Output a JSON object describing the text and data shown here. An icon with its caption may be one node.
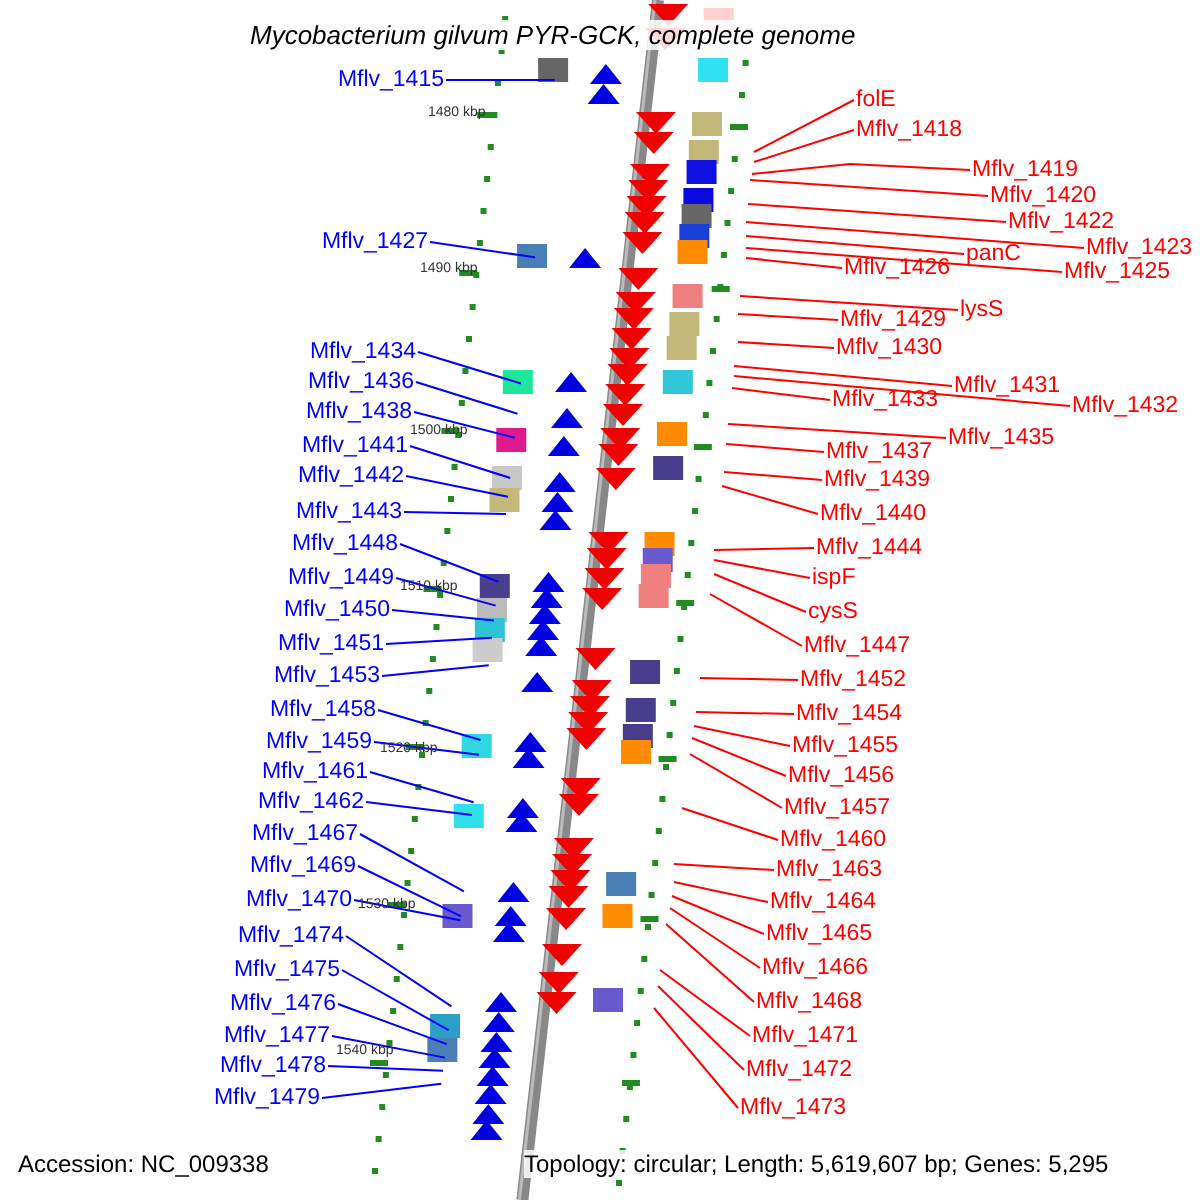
{
  "diagram": {
    "title": "Mycobacterium gilvum PYR-GCK, complete genome",
    "nodes": [
      {
        "text": [
          "Mflv_1415"
        ]
      },
      {
        "text": [
          "Mflv_1427"
        ]
      },
      {
        "text": [
          "Mflv_1434"
        ]
      },
      {
        "text": [
          "Mflv_1436"
        ]
      },
      {
        "text": [
          "Mflv_1438"
        ]
      },
      {
        "text": [
          "Mflv_1441"
        ]
      },
      {
        "text": [
          "Mflv_1442"
        ]
      },
      {
        "text": [
          "Mflv_1443"
        ]
      },
      {
        "text": [
          "Mflv_1448"
        ]
      },
      {
        "text": [
          "Mflv_1449"
        ]
      },
      {
        "text": [
          "Mflv_1450"
        ]
      },
      {
        "text": [
          "Mflv_1451"
        ]
      },
      {
        "text": [
          "Mflv_1453"
        ]
      },
      {
        "text": [
          "Mflv_1458"
        ]
      },
      {
        "text": [
          "Mflv_1459"
        ]
      },
      {
        "text": [
          "Mflv_1461"
        ]
      },
      {
        "text": [
          "Mflv_1462"
        ]
      },
      {
        "text": [
          "Mflv_1467"
        ]
      },
      {
        "text": [
          "Mflv_1469"
        ]
      },
      {
        "text": [
          "Mflv_1470"
        ]
      },
      {
        "text": [
          "Mflv_1474"
        ]
      },
      {
        "text": [
          "Mflv_1475"
        ]
      },
      {
        "text": [
          "Mflv_1476"
        ]
      },
      {
        "text": [
          "Mflv_1477"
        ]
      },
      {
        "text": [
          "Mflv_1478"
        ]
      },
      {
        "text": [
          "Mflv_1479"
        ]
      },
      {
        "text": [
          "folE"
        ]
      },
      {
        "text": [
          "Mflv_1418"
        ]
      },
      {
        "text": [
          "Mflv_1419"
        ]
      },
      {
        "text": [
          "Mflv_1420"
        ]
      },
      {
        "text": [
          "Mflv_1422"
        ]
      },
      {
        "text": [
          "Mflv_1423"
        ]
      },
      {
        "text": [
          "panC"
        ]
      },
      {
        "text": [
          "Mflv_1425"
        ]
      },
      {
        "text": [
          "Mflv_1426"
        ]
      },
      {
        "text": [
          "lysS"
        ]
      },
      {
        "text": [
          "Mflv_1429"
        ]
      },
      {
        "text": [
          "Mflv_1430"
        ]
      },
      {
        "text": [
          "Mflv_1431"
        ]
      },
      {
        "text": [
          "Mflv_1432"
        ]
      },
      {
        "text": [
          "Mflv_1433"
        ]
      },
      {
        "text": [
          "Mflv_1435"
        ]
      },
      {
        "text": [
          "Mflv_1437"
        ]
      },
      {
        "text": [
          "Mflv_1439"
        ]
      },
      {
        "text": [
          "Mflv_1440"
        ]
      },
      {
        "text": [
          "Mflv_1444"
        ]
      },
      {
        "text": [
          "ispF"
        ]
      },
      {
        "text": [
          "cysS"
        ]
      },
      {
        "text": [
          "Mflv_1447"
        ]
      },
      {
        "text": [
          "Mflv_1452"
        ]
      },
      {
        "text": [
          "Mflv_1454"
        ]
      },
      {
        "text": [
          "Mflv_1455"
        ]
      },
      {
        "text": [
          "Mflv_1456"
        ]
      },
      {
        "text": [
          "Mflv_1457"
        ]
      },
      {
        "text": [
          "Mflv_1460"
        ]
      },
      {
        "text": [
          "Mflv_1463"
        ]
      },
      {
        "text": [
          "Mflv_1464"
        ]
      },
      {
        "text": [
          "Mflv_1465"
        ]
      },
      {
        "text": [
          "Mflv_1466"
        ]
      },
      {
        "text": [
          "Mflv_1468"
        ]
      },
      {
        "text": [
          "Mflv_1471"
        ]
      },
      {
        "text": [
          "Mflv_1472"
        ]
      },
      {
        "text": [
          "Mflv_1473"
        ]
      }
    ],
    "edges": [
      {
        "from": 0,
        "to": null,
        "arrow": "none",
        "color": "#0000ff"
      },
      {
        "from": 1,
        "to": null,
        "arrow": "none",
        "color": "#0000ff"
      },
      {
        "from": 2,
        "to": null,
        "arrow": "none",
        "color": "#0000ff"
      },
      {
        "from": 3,
        "to": null,
        "arrow": "none",
        "color": "#0000ff"
      },
      {
        "from": 4,
        "to": null,
        "arrow": "none",
        "color": "#0000ff"
      },
      {
        "from": 5,
        "to": null,
        "arrow": "none",
        "color": "#0000ff"
      },
      {
        "from": 6,
        "to": null,
        "arrow": "none",
        "color": "#0000ff"
      },
      {
        "from": 7,
        "to": null,
        "arrow": "none",
        "color": "#0000ff"
      },
      {
        "from": 8,
        "to": null,
        "arrow": "none",
        "color": "#0000ff"
      },
      {
        "from": 9,
        "to": null,
        "arrow": "none",
        "color": "#0000ff"
      },
      {
        "from": 10,
        "to": null,
        "arrow": "none",
        "color": "#0000ff"
      },
      {
        "from": 11,
        "to": null,
        "arrow": "none",
        "color": "#0000ff"
      },
      {
        "from": 12,
        "to": null,
        "arrow": "none",
        "color": "#0000ff"
      },
      {
        "from": 13,
        "to": null,
        "arrow": "none",
        "color": "#0000ff"
      },
      {
        "from": 14,
        "to": null,
        "arrow": "none",
        "color": "#0000ff"
      },
      {
        "from": 15,
        "to": null,
        "arrow": "none",
        "color": "#0000ff"
      },
      {
        "from": 16,
        "to": null,
        "arrow": "none",
        "color": "#0000ff"
      },
      {
        "from": 17,
        "to": null,
        "arrow": "none",
        "color": "#0000ff"
      },
      {
        "from": 18,
        "to": null,
        "arrow": "none",
        "color": "#0000ff"
      },
      {
        "from": 19,
        "to": null,
        "arrow": "none",
        "color": "#0000ff"
      },
      {
        "from": 20,
        "to": null,
        "arrow": "none",
        "color": "#0000ff"
      },
      {
        "from": 21,
        "to": null,
        "arrow": "none",
        "color": "#0000ff"
      },
      {
        "from": 22,
        "to": null,
        "arrow": "none",
        "color": "#0000ff"
      },
      {
        "from": 23,
        "to": null,
        "arrow": "none",
        "color": "#0000ff"
      },
      {
        "from": 24,
        "to": null,
        "arrow": "none",
        "color": "#0000ff"
      },
      {
        "from": 25,
        "to": null,
        "arrow": "none",
        "color": "#0000ff"
      },
      {
        "from": 26,
        "to": null,
        "arrow": "none"
      },
      {
        "from": 27,
        "to": null,
        "arrow": "none"
      },
      {
        "from": 28,
        "to": null,
        "arrow": "none"
      },
      {
        "from": 29,
        "to": null,
        "arrow": "none"
      },
      {
        "from": 30,
        "to": null,
        "arrow": "none"
      },
      {
        "from": 31,
        "to": null,
        "arrow": "none"
      },
      {
        "from": 32,
        "to": null,
        "arrow": "none"
      },
      {
        "from": 33,
        "to": null,
        "arrow": "none"
      },
      {
        "from": 34,
        "to": null,
        "arrow": "none"
      },
      {
        "from": 35,
        "to": null,
        "arrow": "none"
      },
      {
        "from": 36,
        "to": null,
        "arrow": "none"
      },
      {
        "from": 37,
        "to": null,
        "arrow": "none"
      },
      {
        "from": 38,
        "to": null,
        "arrow": "none"
      },
      {
        "from": 39,
        "to": null,
        "arrow": "none"
      },
      {
        "from": 40,
        "to": null,
        "arrow": "none"
      },
      {
        "from": 41,
        "to": null,
        "arrow": "none"
      },
      {
        "from": 42,
        "to": null,
        "arrow": "none"
      },
      {
        "from": 43,
        "to": null,
        "arrow": "none"
      },
      {
        "from": 44,
        "to": null,
        "arrow": "none"
      },
      {
        "from": 45,
        "to": null,
        "arrow": "none"
      },
      {
        "from": 46,
        "to": null,
        "arrow": "none"
      },
      {
        "from": 47,
        "to": null,
        "arrow": "none"
      },
      {
        "from": 48,
        "to": null,
        "arrow": "none"
      },
      {
        "from": 49,
        "to": null,
        "arrow": "none"
      },
      {
        "from": 50,
        "to": null,
        "arrow": "none"
      },
      {
        "from": 51,
        "to": null,
        "arrow": "none"
      },
      {
        "from": 52,
        "to": null,
        "arrow": "none"
      },
      {
        "from": 53,
        "to": null,
        "arrow": "none"
      },
      {
        "from": 54,
        "to": null,
        "arrow": "none"
      },
      {
        "from": 55,
        "to": null,
        "arrow": "none"
      },
      {
        "from": 56,
        "to": null,
        "arrow": "none"
      },
      {
        "from": 57,
        "to": null,
        "arrow": "none"
      },
      {
        "from": 58,
        "to": null,
        "arrow": "none"
      },
      {
        "from": 59,
        "to": null,
        "arrow": "none"
      },
      {
        "from": 60,
        "to": null,
        "arrow": "none"
      },
      {
        "from": 61,
        "to": null,
        "arrow": "none"
      },
      {
        "from": 62,
        "to": null,
        "arrow": "none"
      }
    ],
    "labels": [
      "1480 kbp",
      "1490 kbp",
      "1500 kbp",
      "1510 kbp",
      "1520 kbp",
      "1530 kbp",
      "1540 kbp",
      "Accession: NC_009338",
      "Topology: circular; Length: 5,619,607 bp; Genes: 5,295"
    ]
  }
}
